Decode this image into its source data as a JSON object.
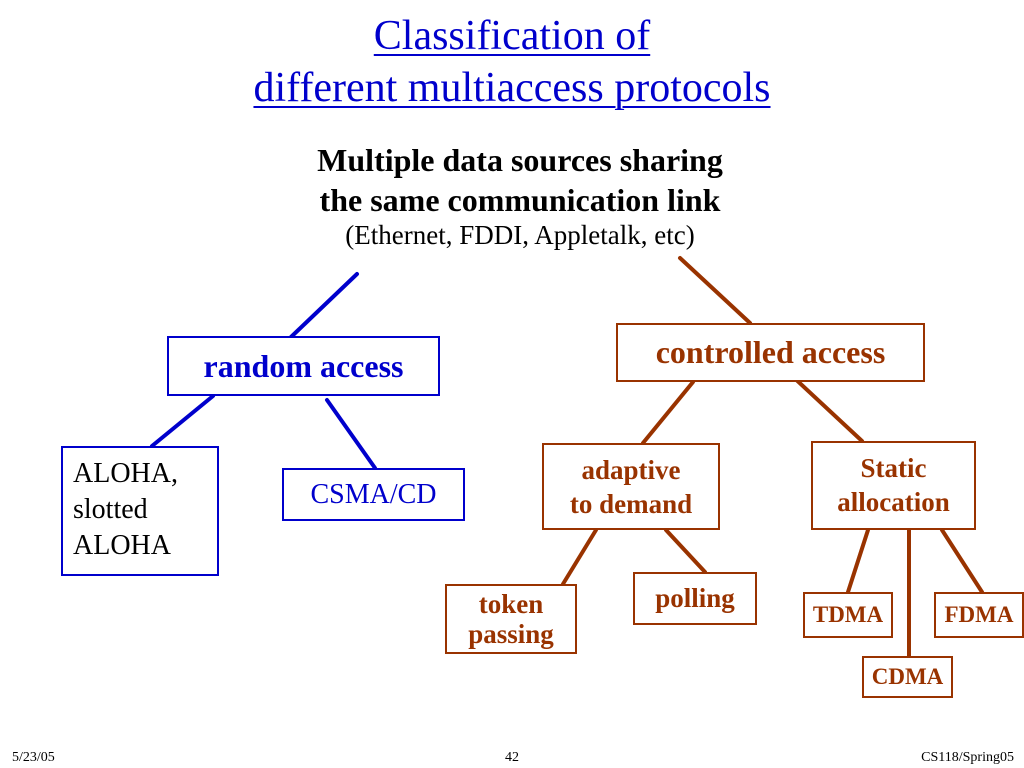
{
  "title": {
    "line1": "Classification of",
    "line2": "different multiaccess protocols"
  },
  "root": {
    "line1": "Multiple data sources sharing",
    "line2": "the same communication link",
    "examples": "(Ethernet, FDDI, Appletalk, etc)"
  },
  "random_access": {
    "label": "random access",
    "children": {
      "aloha": [
        "ALOHA,",
        "slotted",
        "ALOHA"
      ],
      "csma": "CSMA/CD"
    }
  },
  "controlled_access": {
    "label": "controlled access",
    "adaptive": {
      "label": [
        "adaptive",
        "to demand"
      ],
      "children": {
        "token": [
          "token",
          "passing"
        ],
        "polling": "polling"
      }
    },
    "static": {
      "label": [
        "Static",
        "allocation"
      ],
      "children": {
        "tdma": "TDMA",
        "cdma": "CDMA",
        "fdma": "FDMA"
      }
    }
  },
  "footer": {
    "date": "5/23/05",
    "page": "42",
    "course": "CS118/Spring05"
  },
  "colors": {
    "blue": "#0000cc",
    "brown": "#993300",
    "black": "#000000"
  }
}
